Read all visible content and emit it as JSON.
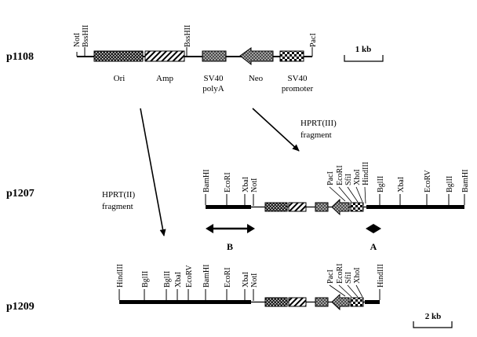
{
  "constructs": {
    "p1108": {
      "name": "p1108",
      "sites": [
        "NotI",
        "BssHII",
        "BssHII",
        "PacI"
      ],
      "elements": [
        "Ori",
        "Amp",
        "SV40",
        "polyA",
        "Neo",
        "SV40",
        "promoter"
      ]
    },
    "p1207": {
      "name": "p1207",
      "sites": [
        "BamHI",
        "EcoRI",
        "XbaI",
        "NotI",
        "PacI",
        "EcoRI",
        "SfiI",
        "XhoI",
        "HindIII",
        "BglII",
        "XbaI",
        "EcoRV",
        "BglII",
        "BamHI"
      ],
      "regions": [
        "B",
        "A"
      ]
    },
    "p1209": {
      "name": "p1209",
      "sites": [
        "HindIII",
        "BglII",
        "BglII",
        "XbaI",
        "EcoRV",
        "BamHI",
        "EcoRI",
        "XbaI",
        "NotI",
        "PacI",
        "EcoRI",
        "SfiI",
        "XhoI",
        "HindIII"
      ]
    }
  },
  "arrows": {
    "hprt3": [
      "HPRT(III)",
      "fragment"
    ],
    "hprt2": [
      "HPRT(II)",
      "fragment"
    ]
  },
  "scalebars": {
    "kb1": "1 kb",
    "kb2": "2 kb"
  }
}
